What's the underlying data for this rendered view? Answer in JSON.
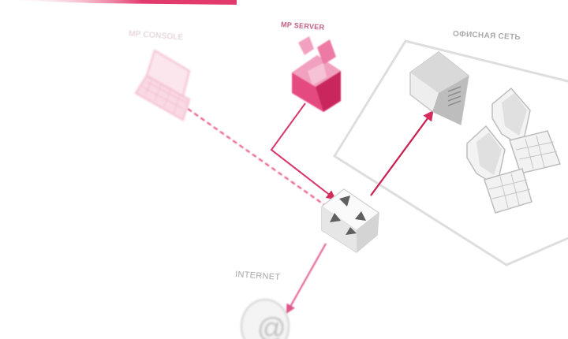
{
  "labels": {
    "console": "MP CONSOLE",
    "server": "MP SERVER",
    "office": "ОФИСНАЯ СЕТЬ",
    "internet": "INTERNET"
  },
  "nodes": [
    {
      "id": "mp-console",
      "icon": "laptop-icon",
      "label_key": "console"
    },
    {
      "id": "mp-server",
      "icon": "server-tower-icon",
      "label_key": "server"
    },
    {
      "id": "office-network",
      "icon": "office-network-icon",
      "label_key": "office"
    },
    {
      "id": "router",
      "icon": "router-arrows-icon"
    },
    {
      "id": "internet",
      "icon": "globe-at-icon",
      "label_key": "internet"
    }
  ],
  "links": [
    {
      "from": "mp-console",
      "to": "router",
      "style": "dashed"
    },
    {
      "from": "mp-server",
      "to": "router",
      "style": "solid"
    },
    {
      "from": "router",
      "to": "office-network",
      "style": "solid"
    },
    {
      "from": "router",
      "to": "internet",
      "style": "solid"
    }
  ],
  "colors": {
    "accent": "#e0245e",
    "accent_soft": "#f0a8c0",
    "gray_line": "#dcdcdc"
  }
}
